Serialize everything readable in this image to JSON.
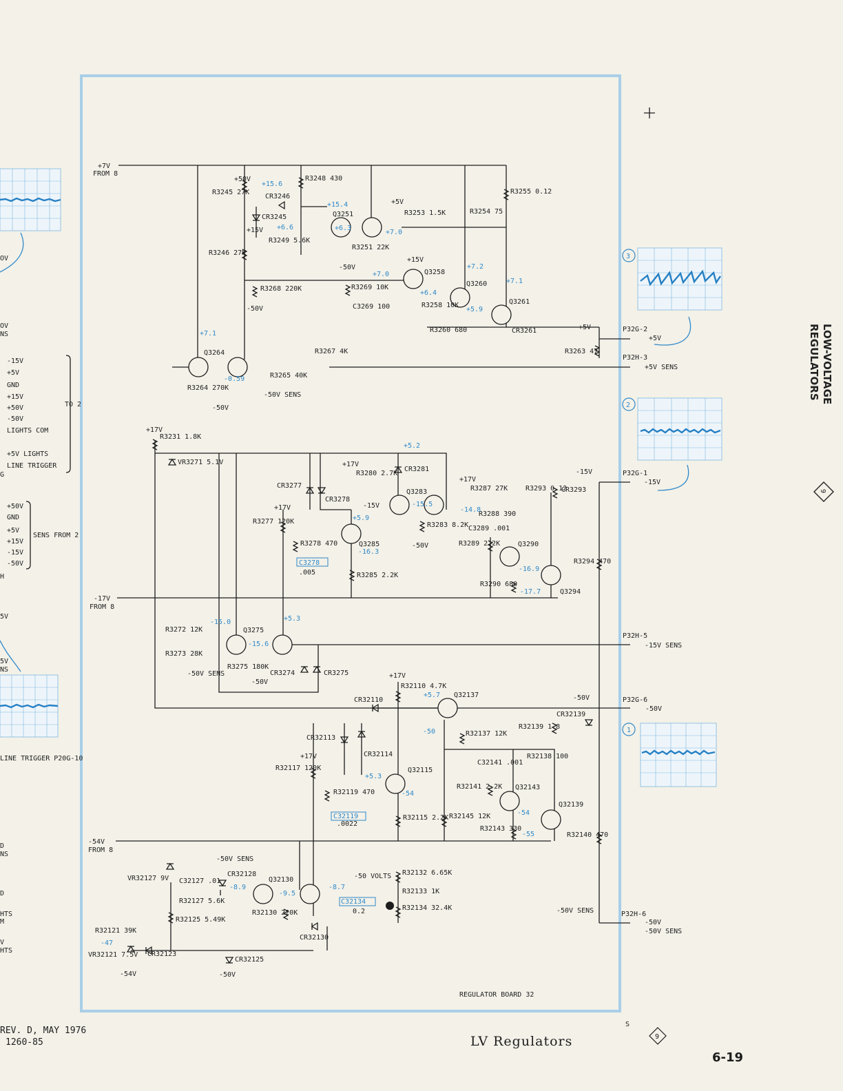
{
  "board_label": "REGULATOR BOARD 32",
  "footer": {
    "title": "LV Regulators",
    "rev": "REV. D, MAY 1976",
    "doc_number": "1260-85",
    "page_number": "6-19",
    "diamond_ref": "9",
    "small_mark": "S"
  },
  "side_tab": {
    "line1": "LOW-VOLTAGE",
    "line2": "REGULATORS",
    "diamond": "9"
  },
  "left_margin": {
    "partial_labels": [
      "OV",
      "OV",
      "NS",
      "G",
      "H",
      "5V",
      "5V",
      "NS",
      "D",
      "NS",
      "D",
      "HTS",
      "M",
      "V",
      "HTS"
    ],
    "connector_list_1": [
      "-15V",
      "+5V",
      "GND",
      "+15V",
      "+50V",
      "-50V",
      "LIGHTS COM",
      "+5V LIGHTS",
      "LINE TRIGGER"
    ],
    "connector_1_ref": "TO 2",
    "sens_list": [
      "+50V",
      "GND",
      "+5V",
      "+15V",
      "-15V",
      "-50V"
    ],
    "sens_ref": "SENS FROM 2",
    "line_trigger_ref": "LINE TRIGGER P20G-10"
  },
  "inputs": {
    "p7": "+7V",
    "p7_from": "FROM 8",
    "n17": "-17V",
    "n17_from": "FROM 8",
    "n54": "-54V",
    "n54_from": "FROM 8"
  },
  "section_5v": {
    "components": {
      "R3245": "R3245 27K",
      "R3246": "R3246 27K",
      "R3248": "R3248 430",
      "CR3246": "CR3246",
      "CR3245": "CR3245",
      "R3249": "R3249 5.6K",
      "Q3251": "Q3251",
      "R3251": "R3251 22K",
      "R3253": "R3253 1.5K",
      "R3254": "R3254 75",
      "R3255": "R3255 0.12",
      "R3268": "R3268 220K",
      "R3269": "R3269 10K",
      "C3269": "C3269 100",
      "Q3258": "Q3258",
      "R3258": "R3258 10K",
      "Q3260": "Q3260",
      "R3260": "R3260 680",
      "Q3261": "Q3261",
      "CR3261": "CR3261",
      "R3263": "R3263 47",
      "R3267": "R3267 4K",
      "Q3264": "Q3264",
      "R3264": "R3264 270K",
      "R3265": "R3265 40K"
    },
    "rails": [
      "+50V",
      "+15V",
      "-50V",
      "+5V",
      "+15V",
      "-50V",
      "-50V",
      "-50V SENS"
    ],
    "voltages": [
      "+15.6",
      "+15.4",
      "+6.6",
      "+6.3",
      "+7.0",
      "+7.0",
      "+7.2",
      "+7.1",
      "+6.4",
      "+5.9",
      "+7.1",
      "-0.59"
    ],
    "outputs": {
      "out": "+5V",
      "p1": "P32G-2",
      "p1_label": "+5V",
      "p2": "P32H-3",
      "p2_label": "+5V SENS"
    },
    "scope_ref": "3"
  },
  "section_n15v": {
    "components": {
      "R3231": "R3231 1.8K",
      "VR3271": "VR3271 5.1V",
      "CR3277": "CR3277",
      "CR3278": "CR3278",
      "R3280": "R3280 2.7K",
      "CR3281": "CR3281",
      "Q3283": "Q3283",
      "R3283": "R3283 8.2K",
      "R3287": "R3287 27K",
      "R3288": "R3288 390",
      "R3293": "R3293 0.12",
      "CR3293": "CR3293",
      "R3277": "R3277 120K",
      "R3278": "R3278 470",
      "C3278": "C3278",
      "C3278_val": ".005",
      "Q3285": "Q3285",
      "R3285": "R3285 2.2K",
      "C3289": "C3289 .001",
      "R3289": "R3289 2.2K",
      "Q3290": "Q3290",
      "R3290": "R3290 680",
      "Q3294": "Q3294",
      "R3294": "R3294 470",
      "R3272": "R3272 12K",
      "R3273": "R3273 28K",
      "Q3275": "Q3275",
      "R3275": "R3275 180K",
      "CR3274": "CR3274",
      "CR3275": "CR3275"
    },
    "rails": [
      "+17V",
      "+17V",
      "+17V",
      "+17V",
      "-15V",
      "-50V",
      "-50V SENS",
      "-50V"
    ],
    "voltages": [
      "+5.2",
      "+5.9",
      "-15.5",
      "-14.8",
      "-16.3",
      "-16.9",
      "-17.7",
      "-15.0",
      "+5.3",
      "-15.6"
    ],
    "outputs": {
      "out": "-15V",
      "p1": "P32G-1",
      "p1_label": "-15V",
      "p2": "P32H-5",
      "p2_label": "-15V SENS"
    },
    "scope_ref": "2"
  },
  "section_n50v": {
    "components": {
      "R32110": "R32110 4.7K",
      "CR32110": "CR32110",
      "Q32137": "Q32137",
      "CR32113": "CR32113",
      "CR32114": "CR32114",
      "R32137": "R32137 12K",
      "CR32139": "CR32139",
      "R32139": "R32139 1.8",
      "R32138": "R32138 100",
      "R32117": "R32117 120K",
      "Q32115": "Q32115",
      "C32141": "C32141 .001",
      "R32141": "R32141 2.2K",
      "Q32143": "Q32143",
      "Q32139": "Q32139",
      "R32119": "R32119 470",
      "C32119": "C32119",
      "C32119_val": ".0022",
      "R32115": "R32115 2.2K",
      "R32145": "R32145 12K",
      "R32143": "R32143 330",
      "R32140": "R32140 470",
      "VR32127": "VR32127 9V",
      "C32127": "C32127 .01",
      "CR32128": "CR32128",
      "Q32130": "Q32130",
      "R32127": "R32127 5.6K",
      "R32125": "R32125 5.49K",
      "R32130": "R32130 220K",
      "C32134": "C32134",
      "C32134_val": "0.2",
      "R32132": "R32132 6.65K",
      "R32133": "R32133 1K",
      "R32134": "R32134 32.4K",
      "R32121": "R32121 39K",
      "VR32121": "VR32121 7.5V",
      "CR32123": "CR32123",
      "CR32125": "CR32125",
      "CR32130": "CR32130",
      "volts_adj": "-50 VOLTS"
    },
    "rails": [
      "+17V",
      "+17V",
      "-50V SENS",
      "-54V",
      "-50V",
      "-50V SENS"
    ],
    "voltages": [
      "+5.7",
      "-50",
      "+5.3",
      "-54",
      "-54",
      "-55",
      "-8.9",
      "-9.5",
      "-8.7",
      "-47"
    ],
    "outputs": {
      "out": "-50V",
      "p1": "P32G-6",
      "p1_label": "-50V",
      "p2": "P32H-6",
      "p2_label": "-50V SENS"
    },
    "scope_ref": "1"
  },
  "colors": {
    "paper": "#f3f1e8",
    "ink": "#1d1d1d",
    "annotation_blue": "#2f88c9",
    "frame_blue": "#a9cfe8"
  }
}
